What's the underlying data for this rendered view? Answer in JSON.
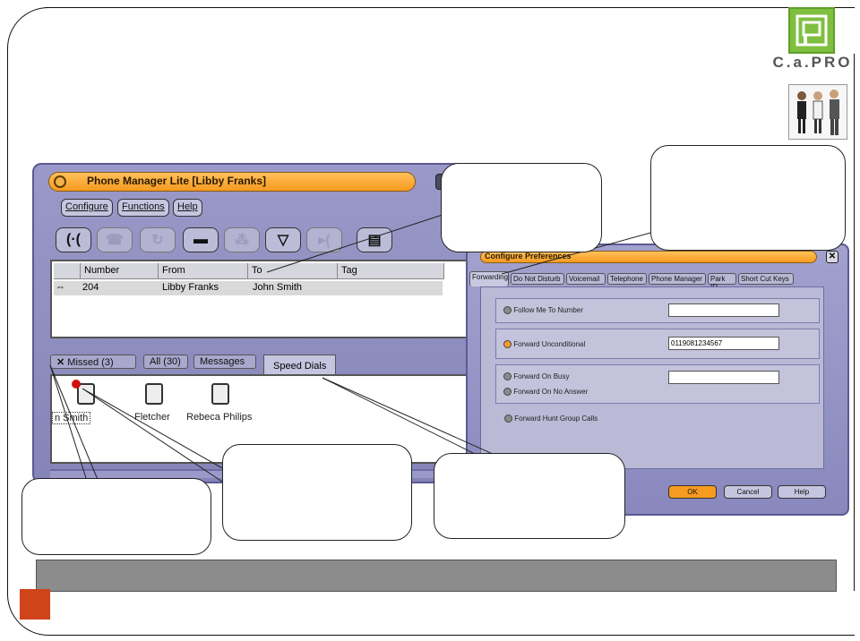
{
  "logo": {
    "brand_text": "C.a.PRO",
    "mark_icon": "cpro-logo-icon",
    "people_icon": "business-people-icon"
  },
  "phone_manager": {
    "title": "Phone Manager Lite  [Libby Franks]",
    "menu": {
      "configure": "Configure",
      "functions": "Functions",
      "help": "Help"
    },
    "toolbar_icons": [
      "answer-call-icon",
      "hold-icon",
      "transfer-icon",
      "hangup-icon",
      "conference-icon",
      "pickup-icon",
      "park-icon",
      "directory-icon"
    ],
    "columns": [
      "Number",
      "From",
      "To",
      "Tag"
    ],
    "call_row": {
      "number": "204",
      "from": "Libby Franks",
      "to": "John Smith",
      "tag": ""
    },
    "tabs": {
      "missed": "Missed (3)",
      "all": "All (30)",
      "messages": "Messages",
      "speed": "Speed Dials"
    },
    "speed_dials": [
      "n Smith",
      "Fletcher",
      "Rebeca Philips"
    ]
  },
  "preferences": {
    "title": "Configure Preferences",
    "tabs": [
      "Forwarding",
      "Do Not Disturb",
      "Voicemail",
      "Telephone",
      "Phone Manager",
      "Park ID",
      "Short Cut Keys"
    ],
    "options": {
      "follow_me": "Follow Me To Number",
      "unconditional": "Forward Unconditional",
      "unconditional_value": "0119081234567",
      "busy": "Forward On Busy",
      "no_answer": "Forward On No Answer",
      "hunt": "Forward Hunt Group Calls"
    },
    "buttons": {
      "ok": "OK",
      "cancel": "Cancel",
      "help": "Help"
    },
    "colors": {
      "accent": "#f79a20",
      "frame": "#8988bd"
    }
  }
}
